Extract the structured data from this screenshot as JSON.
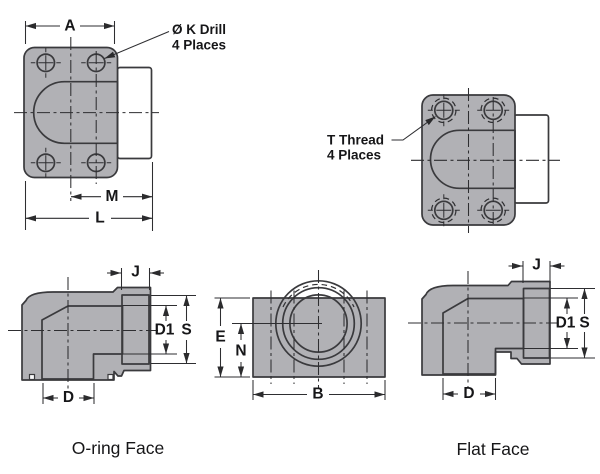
{
  "drawing": {
    "callout_drill": {
      "line1": "Ø K Drill",
      "line2": "4 Places"
    },
    "callout_thread": {
      "line1": "T Thread",
      "line2": "4 Places"
    },
    "front_drilled_dims": {
      "a": "A",
      "m": "M",
      "l": "L"
    },
    "top_view_dims": {
      "e": "E",
      "n": "N",
      "b": "B"
    },
    "oring_view": {
      "j": "J",
      "d1": "D1",
      "s": "S",
      "d": "D",
      "caption": "O-ring Face"
    },
    "flat_view": {
      "j": "J",
      "d1": "D1",
      "s": "S",
      "d": "D",
      "caption": "Flat Face"
    },
    "colors": {
      "body_gray": "#b1b1b5",
      "ring_gray": "#a3a3a7",
      "machined_face": "#f2f2f4",
      "outline": "#3a3a3d",
      "text": "#161618",
      "background": "#ffffff"
    }
  }
}
